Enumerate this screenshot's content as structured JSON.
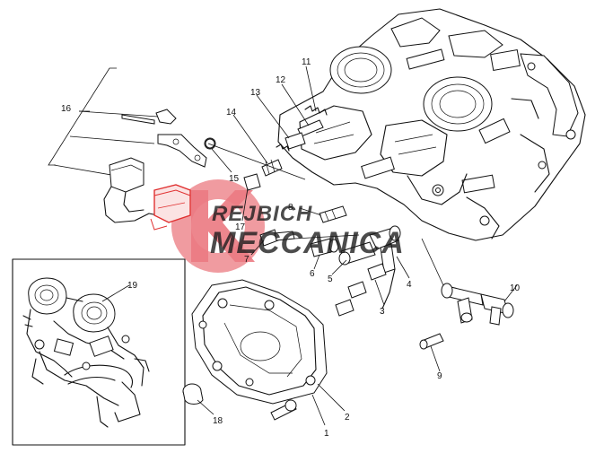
{
  "watermark": {
    "line1": "REJBICH",
    "line2": "MECCANICA",
    "logo_color": "#e8636b",
    "text_color": "#1a1a1a"
  },
  "callouts": [
    "1",
    "2",
    "3",
    "4",
    "5",
    "6",
    "7",
    "8",
    "9",
    "10",
    "11",
    "12",
    "13",
    "14",
    "15",
    "16",
    "17",
    "18",
    "19"
  ],
  "highlight_color": "#e03030"
}
